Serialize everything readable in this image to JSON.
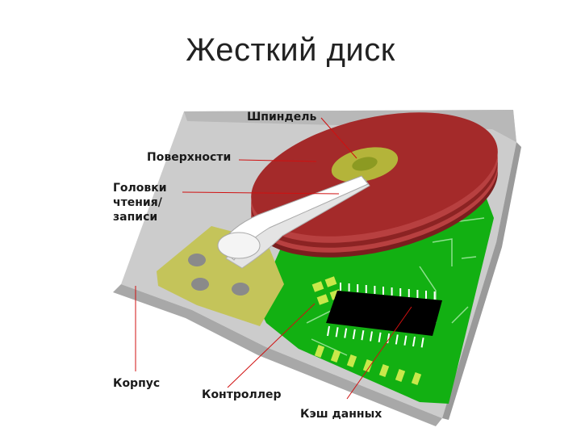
{
  "title": "Жесткий диск",
  "labels": {
    "spindle": "Шпиндель",
    "surfaces": "Поверхности",
    "heads": "Головки\nчтения/\nзаписи",
    "case": "Корпус",
    "controller": "Контроллер",
    "cache": "Кэш данных"
  },
  "colors": {
    "case": "#c8c8c8",
    "board": "#12b012",
    "platter": "#a42a2a",
    "hub": "#b4b43a",
    "chip": "#000000",
    "leader_line": "#d01010"
  }
}
